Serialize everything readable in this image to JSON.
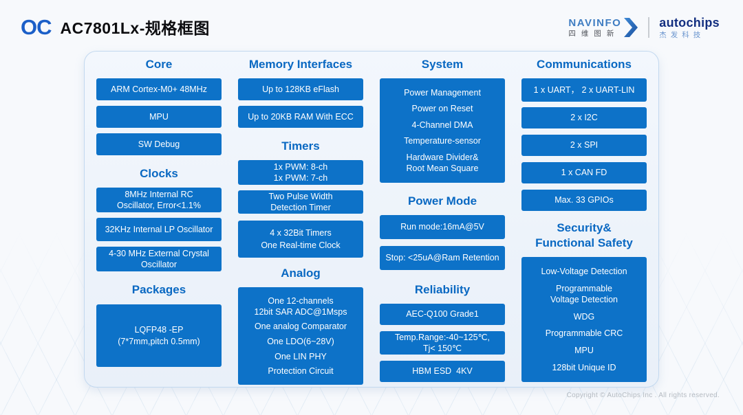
{
  "header": {
    "logo": "OC",
    "title": "AC7801Lx-规格框图",
    "navinfo": {
      "name": "NAVINFO",
      "cn": "四维图新"
    },
    "autochips": {
      "name": "autochips",
      "cn": "杰发科技"
    }
  },
  "colors": {
    "block_blue": "#0d72c8",
    "title_blue": "#0968c2",
    "panel_bg": "#eef4fb",
    "panel_border": "#c2d8ef",
    "navinfo_blue": "#3f7dc2",
    "autochips_navy": "#132f80",
    "autochips_light_blue": "#6a95ce"
  },
  "columns": [
    {
      "sections": [
        {
          "title": "Core",
          "blocks": [
            {
              "rows": [
                [
                  "ARM Cortex-M0+ 48MHz"
                ]
              ]
            },
            {
              "rows": [
                [
                  "MPU"
                ]
              ]
            },
            {
              "rows": [
                [
                  "SW Debug"
                ]
              ]
            }
          ]
        },
        {
          "title": "Clocks",
          "blocks": [
            {
              "rows": [
                [
                  "8MHz Internal RC",
                  "Oscillator, Error<1.1%"
                ]
              ]
            },
            {
              "rows": [
                [
                  "32KHz Internal LP Oscillator"
                ]
              ]
            },
            {
              "rows": [
                [
                  "4-30 MHz External Crystal",
                  "Oscillator"
                ]
              ]
            }
          ]
        },
        {
          "title": "Packages",
          "blocks": [
            {
              "rows": [
                [
                  "LQFP48 -EP",
                  "(7*7mm,pitch 0.5mm)"
                ]
              ]
            }
          ]
        }
      ]
    },
    {
      "sections": [
        {
          "title": "Memory Interfaces",
          "blocks": [
            {
              "rows": [
                [
                  "Up to 128KB eFlash"
                ]
              ]
            },
            {
              "rows": [
                [
                  "Up to 20KB RAM With ECC"
                ]
              ]
            }
          ]
        },
        {
          "title": "Timers",
          "blocks": [
            {
              "rows": [
                [
                  "1x PWM: 8-ch",
                  "1x PWM: 7-ch"
                ]
              ]
            },
            {
              "rows": [
                [
                  "Two Pulse Width",
                  "Detection Timer"
                ]
              ]
            },
            {
              "rows": [
                [
                  "4 x 32Bit Timers"
                ],
                [
                  "One Real-time Clock"
                ]
              ]
            }
          ]
        },
        {
          "title": "Analog",
          "blocks": [
            {
              "rows": [
                [
                  "One 12-channels",
                  "12bit SAR ADC@1Msps"
                ],
                [
                  "One analog Comparator"
                ],
                [
                  "One LDO(6~28V)"
                ],
                [
                  "One LIN PHY"
                ],
                [
                  "Protection Circuit"
                ]
              ]
            }
          ]
        }
      ]
    },
    {
      "sections": [
        {
          "title": "System",
          "blocks": [
            {
              "rows": [
                [
                  "Power Management"
                ],
                [
                  "Power on Reset"
                ],
                [
                  "4-Channel DMA"
                ],
                [
                  "Temperature-sensor"
                ],
                [
                  "Hardware Divider&",
                  "Root Mean Square"
                ]
              ]
            }
          ]
        },
        {
          "title": "Power Mode",
          "blocks": [
            {
              "rows": [
                [
                  "Run mode:16mA@5V"
                ]
              ]
            },
            {
              "rows": [
                [
                  "Stop: <25uA@Ram Retention"
                ]
              ]
            }
          ]
        },
        {
          "title": "Reliability",
          "blocks": [
            {
              "rows": [
                [
                  "AEC-Q100 Grade1"
                ]
              ]
            },
            {
              "rows": [
                [
                  "Temp.Range:-40~125℃,",
                  "Tj< 150℃"
                ]
              ]
            },
            {
              "rows": [
                [
                  "HBM ESD  4KV"
                ]
              ]
            }
          ]
        }
      ]
    },
    {
      "sections": [
        {
          "title": "Communications",
          "blocks": [
            {
              "rows": [
                [
                  "1 x UART， 2 x UART-LIN"
                ]
              ]
            },
            {
              "rows": [
                [
                  "2 x I2C"
                ]
              ]
            },
            {
              "rows": [
                [
                  "2 x SPI"
                ]
              ]
            },
            {
              "rows": [
                [
                  "1 x CAN FD"
                ]
              ]
            },
            {
              "rows": [
                [
                  "Max. 33 GPIOs"
                ]
              ]
            }
          ]
        },
        {
          "title_lines": [
            "Security&",
            "Functional Safety"
          ],
          "blocks": [
            {
              "rows": [
                [
                  "Low-Voltage Detection"
                ],
                [
                  "Programmable",
                  "Voltage Detection"
                ],
                [
                  "WDG"
                ],
                [
                  "Programmable CRC"
                ],
                [
                  "MPU"
                ],
                [
                  "128bit Unique ID"
                ]
              ]
            }
          ]
        }
      ]
    }
  ],
  "footer": {
    "copyright": "Copyright © AutoChips Inc . All rights reserved."
  }
}
